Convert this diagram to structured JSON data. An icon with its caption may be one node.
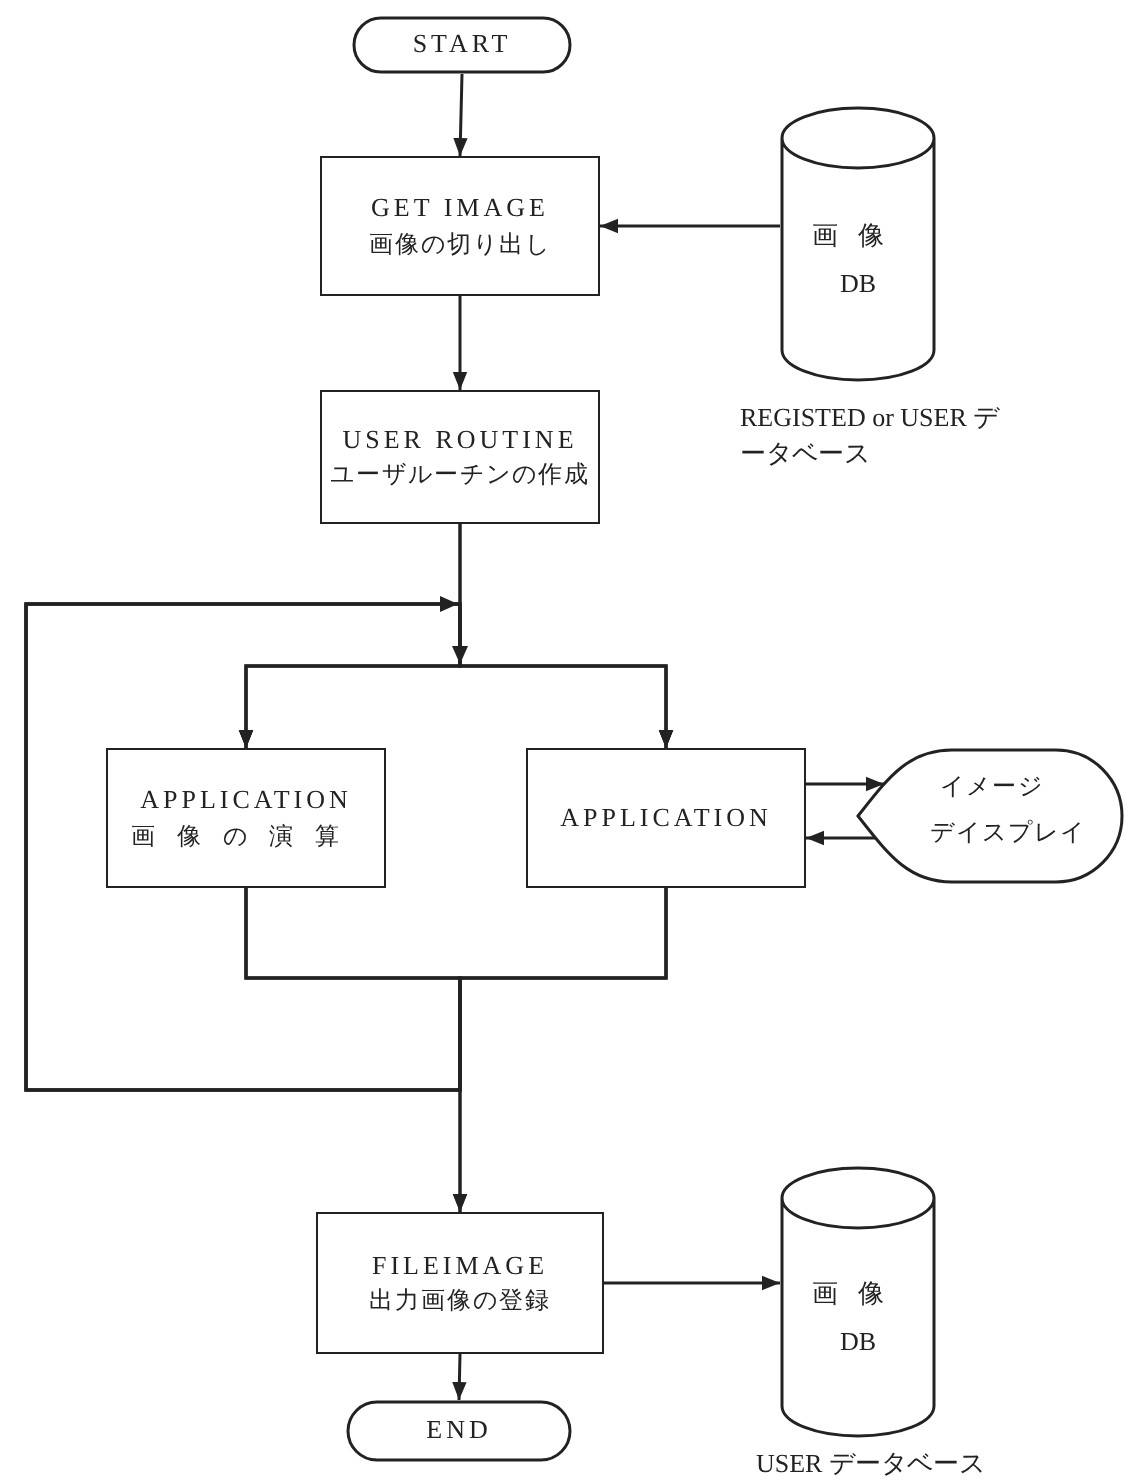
{
  "diagram": {
    "nodes": [
      {
        "text": [
          "START"
        ]
      },
      {
        "text": [
          "GET IMAGE",
          "画像の切り出し"
        ]
      },
      {
        "text": [
          "画像",
          "DB"
        ],
        "beside": [
          "REGISTED or USER データベース"
        ]
      },
      {
        "text": [
          "USER ROUTINE",
          "ユーザルーチンの作成"
        ]
      },
      {
        "text": [
          "APPLICATION",
          "画像の演算"
        ]
      },
      {
        "text": [
          "APPLICATION"
        ]
      },
      {
        "text": [
          "イメージ",
          "デイスプレイ"
        ]
      },
      {
        "text": [
          "FILEIMAGE",
          "出力画像の登録"
        ]
      },
      {
        "text": [
          "END"
        ]
      },
      {
        "text": [
          "画像",
          "DB"
        ],
        "beside": [
          "USER データベース"
        ]
      }
    ],
    "edges": [
      {
        "from": 0,
        "to": 1,
        "arrow": "to"
      },
      {
        "from": 2,
        "to": 1,
        "arrow": "to"
      },
      {
        "from": 1,
        "to": 3,
        "arrow": "to"
      },
      {
        "from": 3,
        "to": 4,
        "arrow": "to"
      },
      {
        "from": 3,
        "to": 5,
        "arrow": "to"
      },
      {
        "from": 4,
        "to": 7,
        "arrow": "to"
      },
      {
        "from": 5,
        "to": 7,
        "arrow": "to"
      },
      {
        "from": 4,
        "to": 4,
        "arrow": "to"
      },
      {
        "from": 4,
        "to": 5,
        "arrow": "to"
      },
      {
        "from": 5,
        "to": 4,
        "arrow": "to"
      },
      {
        "from": 5,
        "to": 5,
        "arrow": "to"
      },
      {
        "from": 5,
        "to": 6,
        "arrow": "to"
      },
      {
        "from": 6,
        "to": 5,
        "arrow": "to"
      },
      {
        "from": 7,
        "to": 9,
        "arrow": "to"
      },
      {
        "from": 7,
        "to": 8,
        "arrow": "to"
      }
    ]
  }
}
